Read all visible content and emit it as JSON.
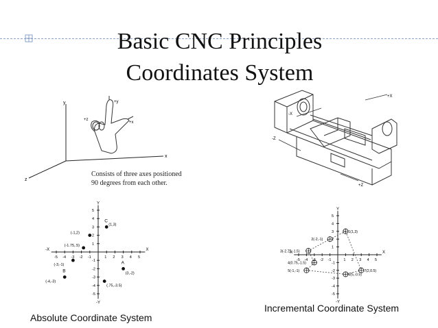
{
  "slide": {
    "title_line1": "Basic CNC Principles",
    "title_line2": "Coordinates System",
    "note": "Consists of three axes positioned 90 degrees from each other.",
    "caption_absolute": "Absolute Coordinate System",
    "caption_incremental": "Incremental Coordinate System"
  },
  "figure_3d": {
    "axis_labels": [
      "z",
      "x",
      "y"
    ],
    "hand_labels": [
      "+y",
      "+x",
      "+z"
    ]
  },
  "lathe": {
    "labels": [
      "+X",
      "-X",
      "-Z",
      "+Z"
    ]
  },
  "absolute_plot": {
    "axis_x": "X",
    "axis_y": "Y",
    "axis_neg_x": "-X",
    "axis_neg_y": "-Y",
    "x_ticks": [
      "-5",
      "-4",
      "-3",
      "-2",
      "-1",
      "1",
      "2",
      "3",
      "4",
      "5"
    ],
    "y_ticks": [
      "5",
      "4",
      "3",
      "2",
      "1",
      "-1",
      "-2",
      "-3",
      "-4",
      "-5"
    ],
    "points": [
      {
        "label": "(1,3)",
        "tag": "C"
      },
      {
        "label": "(-1,2)",
        "tag": ""
      },
      {
        "label": "(-1.75,.5)",
        "tag": ""
      },
      {
        "label": "(-3,-1)",
        "tag": ""
      },
      {
        "label": "(3,-2)",
        "tag": "A"
      },
      {
        "label": "(-4,-3)",
        "tag": "B"
      },
      {
        "label": "(.75,-3.5)",
        "tag": ""
      }
    ]
  },
  "incremental_plot": {
    "axis_x": "X",
    "axis_y": "Y",
    "axis_neg_x": "-X",
    "axis_neg_y": "-Y",
    "x_ticks": [
      "-5",
      "-4",
      "-3",
      "-2",
      "-1",
      "1",
      "2",
      "3",
      "4",
      "5"
    ],
    "y_ticks": [
      "5",
      "4",
      "3",
      "2",
      "1",
      "-1",
      "-2",
      "-3",
      "-4",
      "-5"
    ],
    "points": [
      {
        "label": "1(1,3)"
      },
      {
        "label": "2(-2,-1)"
      },
      {
        "label": "3(-2.75,-1.5)"
      },
      {
        "label": "4(0.75,-1.5)"
      },
      {
        "label": "5(-1,-1)"
      },
      {
        "label": "6(5,-0.5)"
      },
      {
        "label": "7(2,0.5)"
      }
    ]
  }
}
